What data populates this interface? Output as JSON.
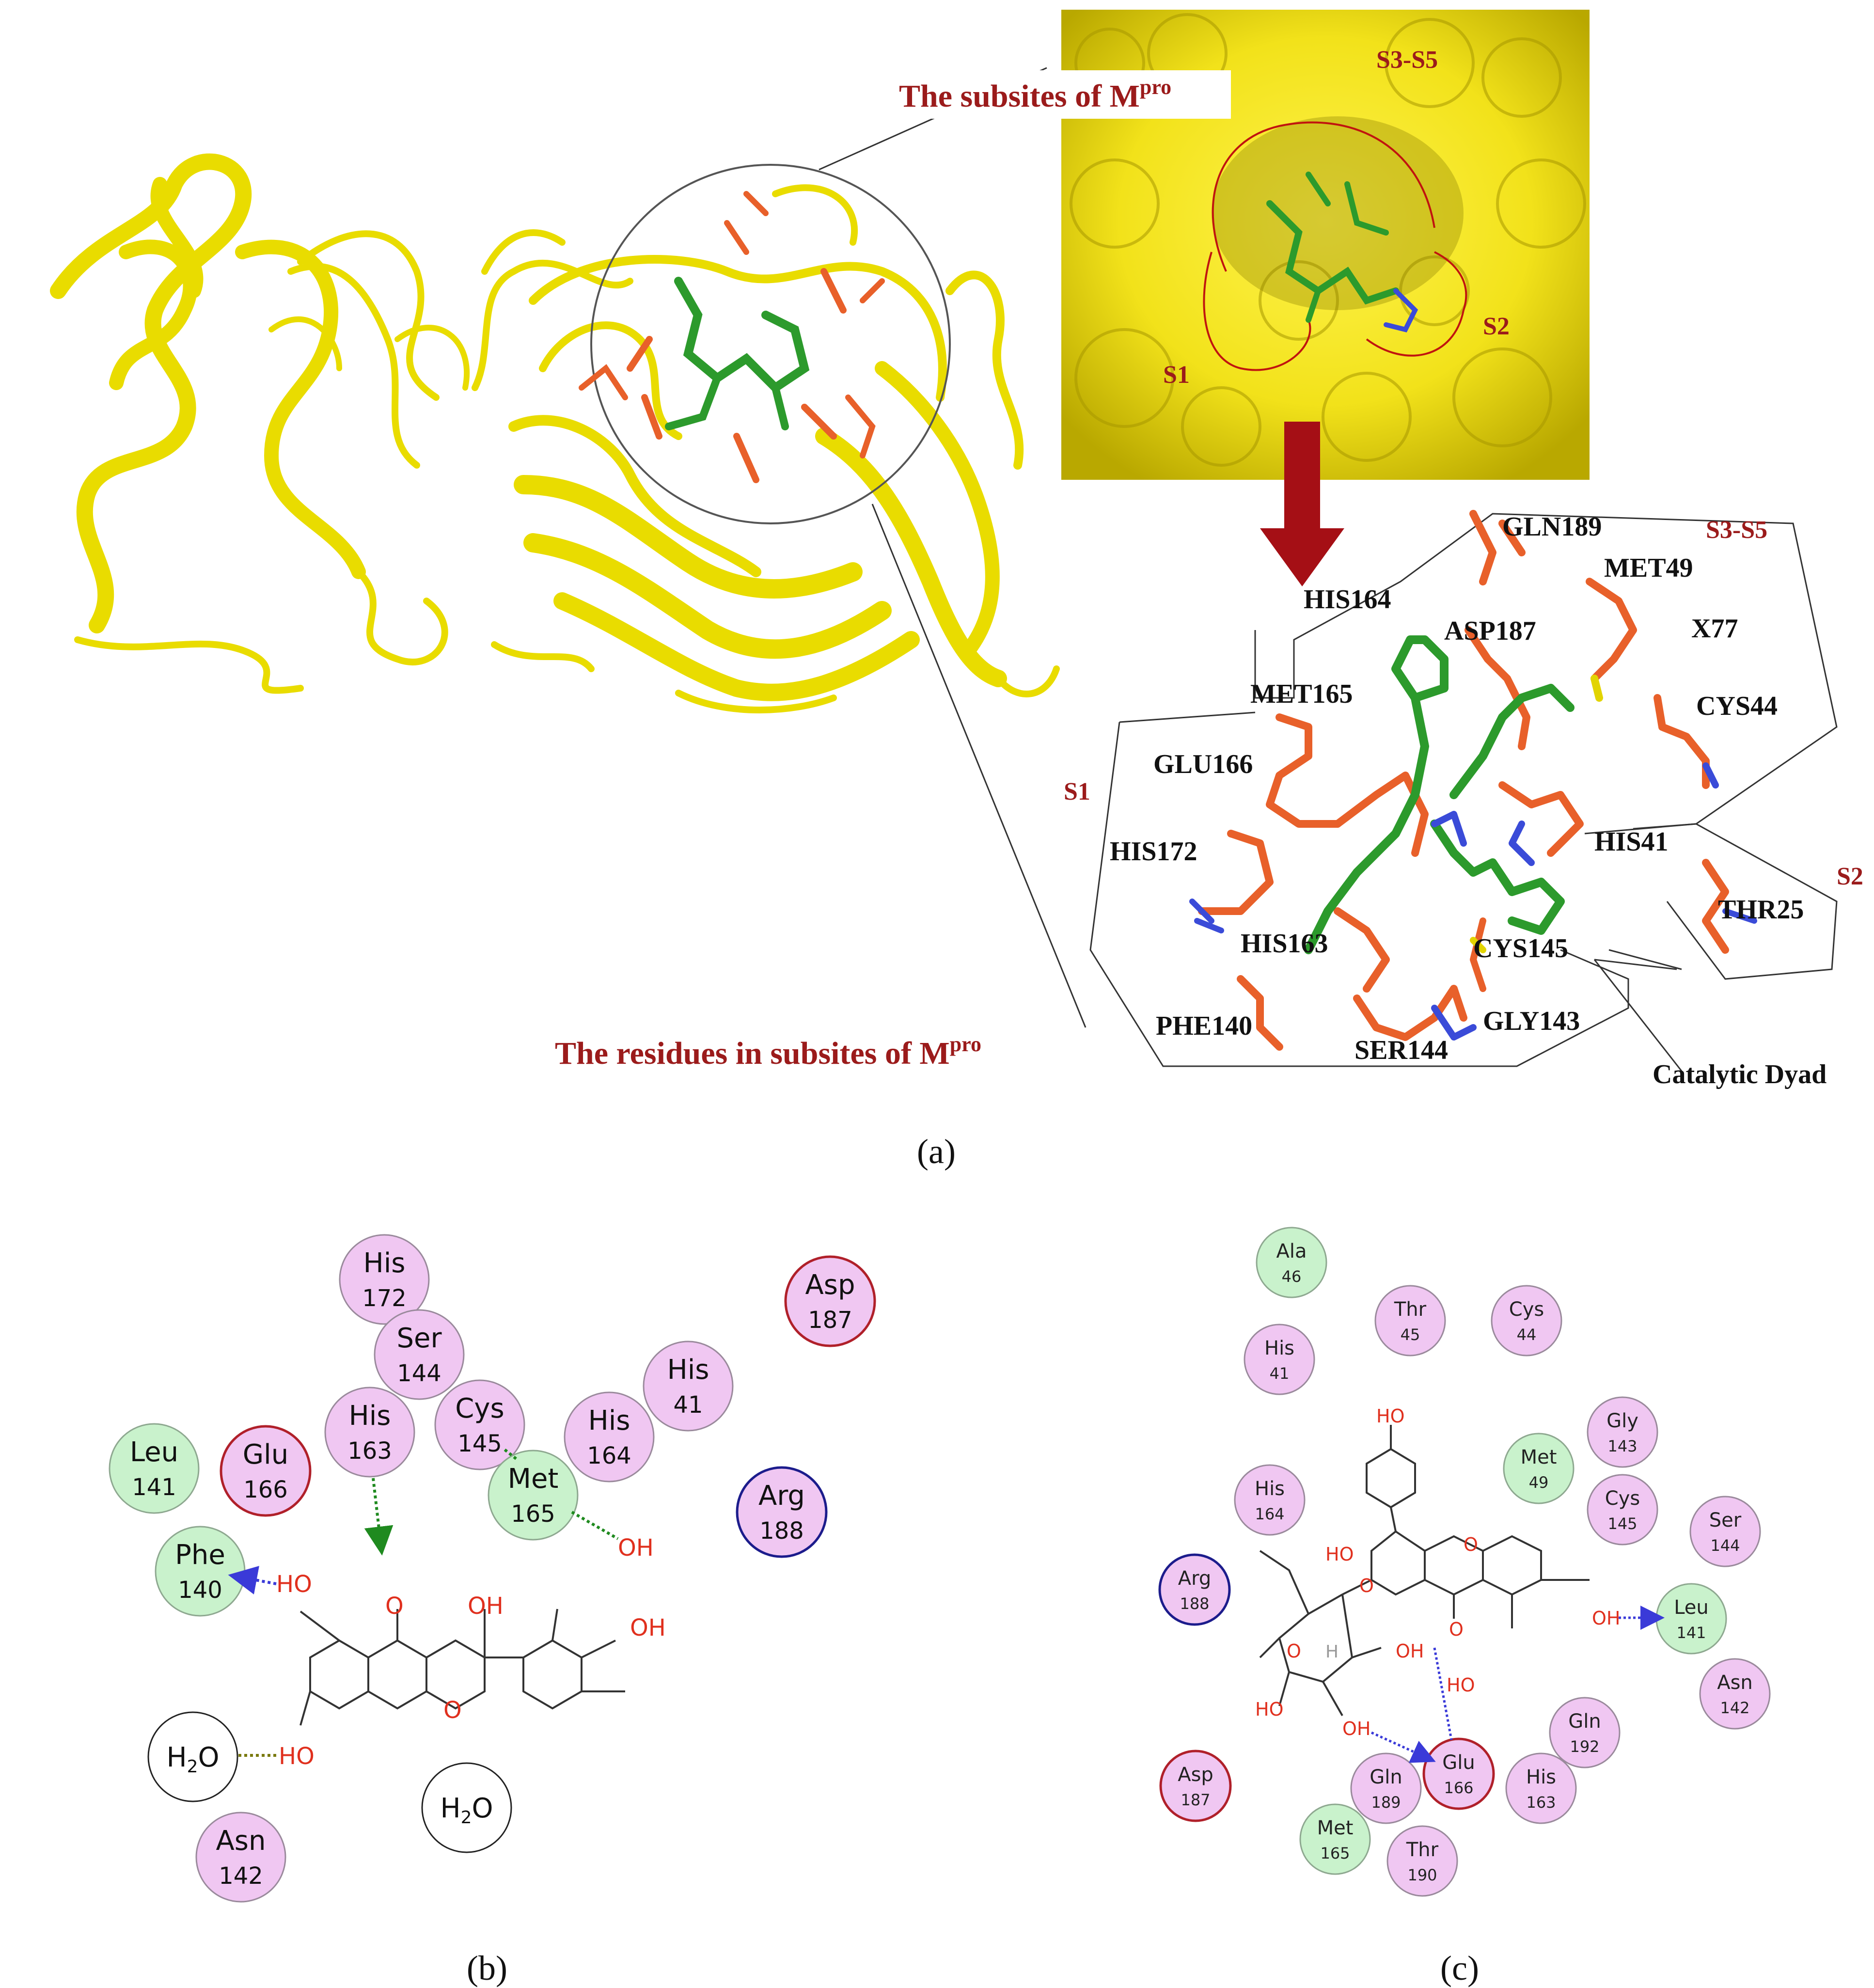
{
  "panel_a": {
    "subsites_title": "The subsites of M",
    "subsites_sup": "pro",
    "residues_title": "The residues in subsites of M",
    "residues_sup": "pro",
    "surface_labels": {
      "s3s5": "S3-S5",
      "s2": "S2",
      "s1": "S1"
    },
    "pocket_labels": {
      "s1": "S1",
      "s2": "S2",
      "s3s5": "S3-S5"
    },
    "residues": {
      "gln189": "GLN189",
      "met49": "MET49",
      "his164": "HIS164",
      "asp187": "ASP187",
      "x77": "X77",
      "met165": "MET165",
      "cys44": "CYS44",
      "glu166": "GLU166",
      "his41": "HIS41",
      "his172": "HIS172",
      "thr25": "THR25",
      "his163": "HIS163",
      "cys145": "CYS145",
      "phe140": "PHE140",
      "gly143": "GLY143",
      "ser144": "SER144",
      "catalytic_dyad": "Catalytic Dyad"
    },
    "caption": "(a)"
  },
  "panel_b": {
    "residues": [
      {
        "name": "His",
        "num": "172"
      },
      {
        "name": "Ser",
        "num": "144"
      },
      {
        "name": "His",
        "num": "163"
      },
      {
        "name": "Cys",
        "num": "145"
      },
      {
        "name": "His",
        "num": "164"
      },
      {
        "name": "His",
        "num": "41"
      },
      {
        "name": "Asp",
        "num": "187"
      },
      {
        "name": "Leu",
        "num": "141"
      },
      {
        "name": "Glu",
        "num": "166"
      },
      {
        "name": "Met",
        "num": "165"
      },
      {
        "name": "Arg",
        "num": "188"
      },
      {
        "name": "Phe",
        "num": "140"
      },
      {
        "name": "Asn",
        "num": "142"
      }
    ],
    "water": "H",
    "water_sub": "2",
    "water_o": "O",
    "atoms": {
      "ho1": "HO",
      "o1": "O",
      "oh1": "OH",
      "oh2": "OH",
      "oh3": "OH",
      "o2": "O",
      "ho2": "HO"
    },
    "caption": "(b)"
  },
  "panel_c": {
    "residues": [
      {
        "name": "Ala",
        "num": "46"
      },
      {
        "name": "Thr",
        "num": "45"
      },
      {
        "name": "Cys",
        "num": "44"
      },
      {
        "name": "His",
        "num": "41"
      },
      {
        "name": "Gly",
        "num": "143"
      },
      {
        "name": "Met",
        "num": "49"
      },
      {
        "name": "His",
        "num": "164"
      },
      {
        "name": "Cys",
        "num": "145"
      },
      {
        "name": "Ser",
        "num": "144"
      },
      {
        "name": "Arg",
        "num": "188"
      },
      {
        "name": "Leu",
        "num": "141"
      },
      {
        "name": "Asn",
        "num": "142"
      },
      {
        "name": "Gln",
        "num": "192"
      },
      {
        "name": "Asp",
        "num": "187"
      },
      {
        "name": "Glu",
        "num": "166"
      },
      {
        "name": "His",
        "num": "163"
      },
      {
        "name": "Gln",
        "num": "189"
      },
      {
        "name": "Met",
        "num": "165"
      },
      {
        "name": "Thr",
        "num": "190"
      }
    ],
    "atoms": {
      "ho_top": "HO",
      "ho_mid": "HO",
      "o_ring": "O",
      "o_link": "O",
      "oh_right": "OH",
      "o_sugar": "O",
      "h": "H",
      "oh_a": "OH",
      "o_keto": "O",
      "ho_b": "HO",
      "ho_c": "HO",
      "oh_d": "OH"
    },
    "caption": "(c)"
  }
}
